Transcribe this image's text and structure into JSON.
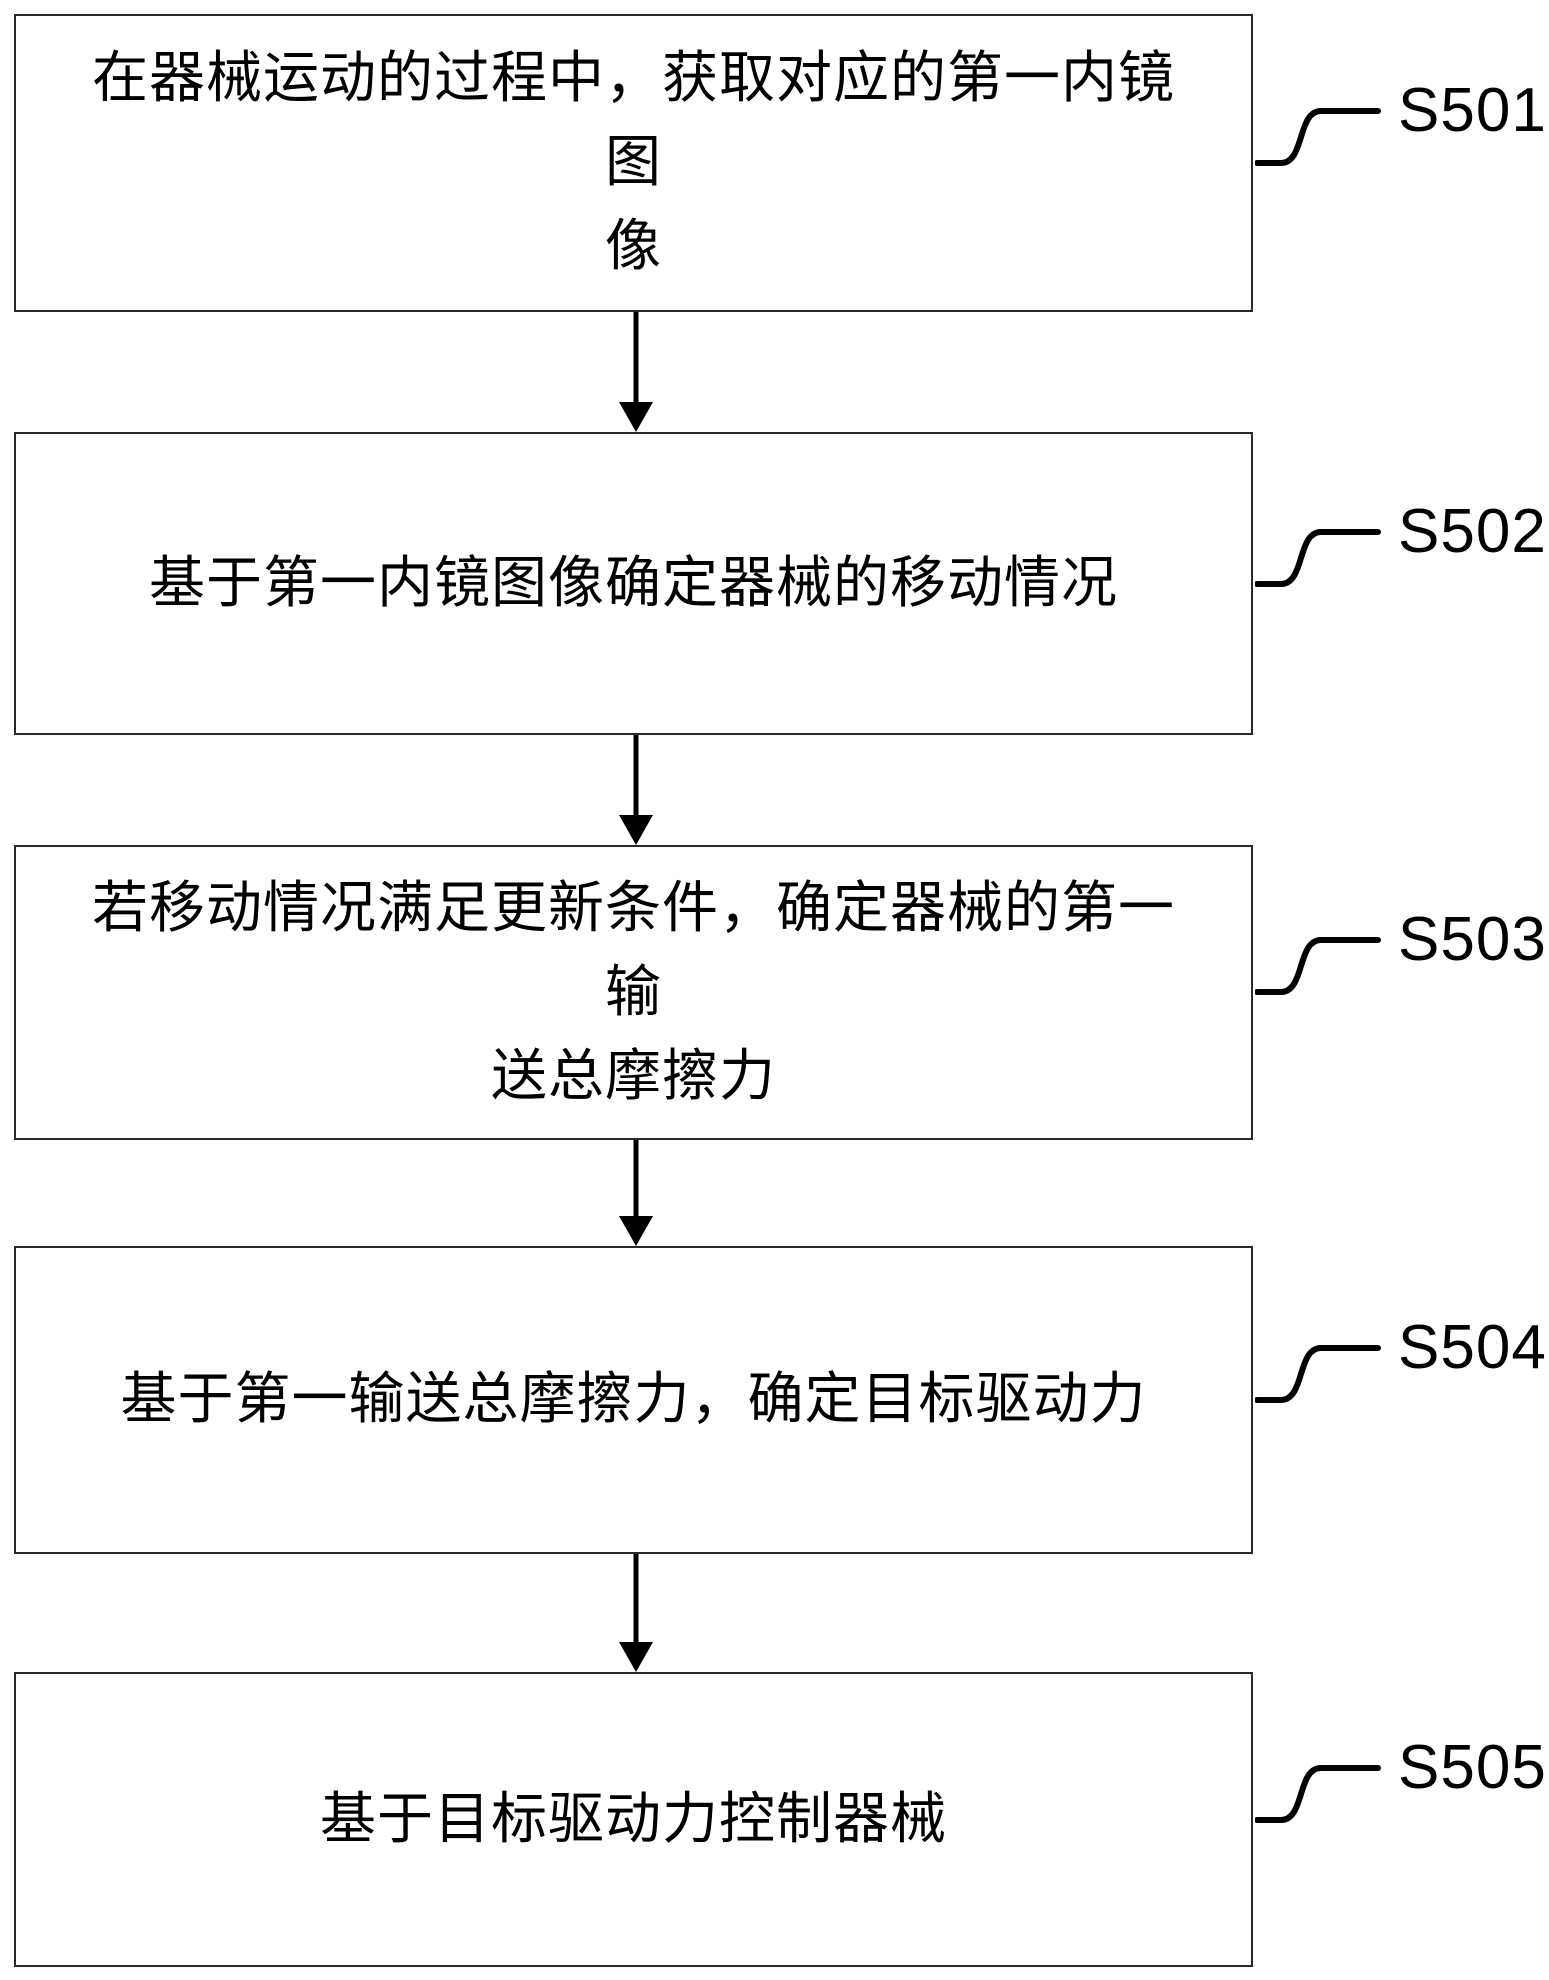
{
  "figure": {
    "background_color": "#ffffff",
    "line_color": "#000000",
    "box_border_color": "#2a2a2a",
    "text_color": "#000000"
  },
  "steps": [
    {
      "label": "S501",
      "text": "在器械运动的过程中，获取对应的第一内镜图\n像"
    },
    {
      "label": "S502",
      "text": "基于第一内镜图像确定器械的移动情况"
    },
    {
      "label": "S503",
      "text": "若移动情况满足更新条件，确定器械的第一输\n送总摩擦力"
    },
    {
      "label": "S504",
      "text": "基于第一输送总摩擦力，确定目标驱动力"
    },
    {
      "label": "S505",
      "text": "基于目标驱动力控制器械"
    }
  ]
}
